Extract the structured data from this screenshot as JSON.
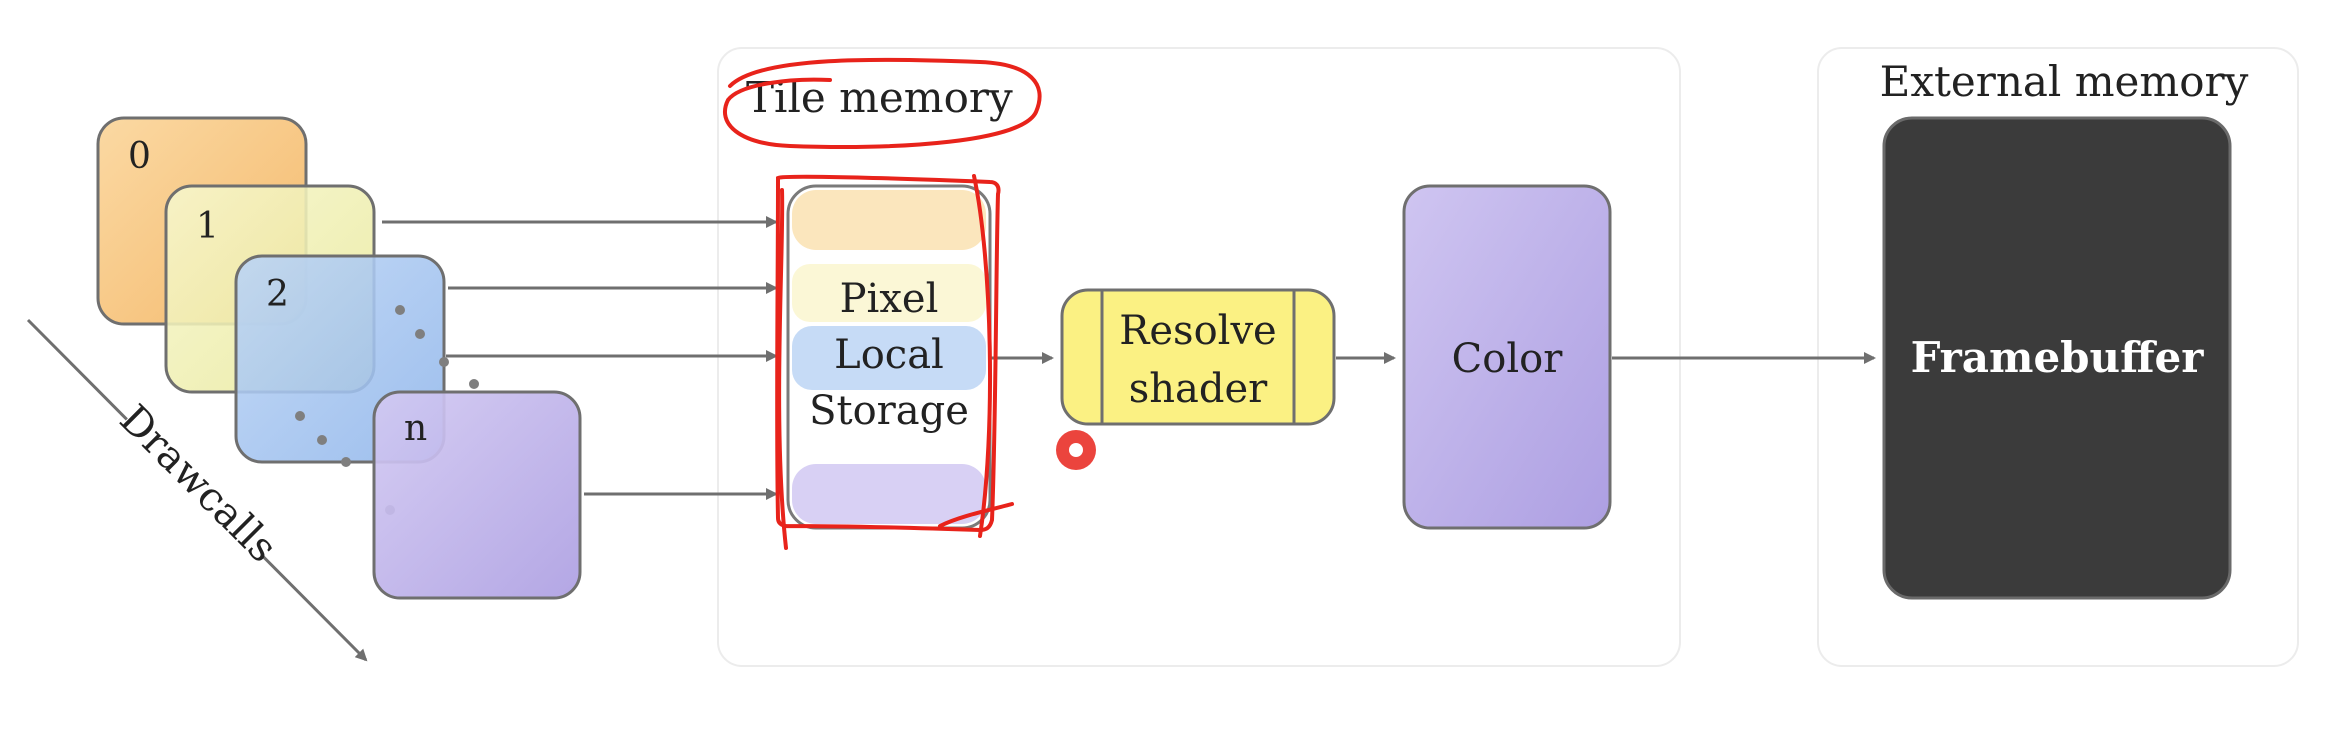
{
  "slide": {
    "drawcalls_label": "Drawcalls",
    "cards": [
      "0",
      "1",
      "2",
      "n"
    ],
    "tile_memory_label": "Tile memory",
    "pls_lines": [
      "Pixel",
      "Local",
      "Storage"
    ],
    "resolve_lines": [
      "Resolve",
      "shader"
    ],
    "color_label": "Color",
    "external_memory_label": "External memory",
    "framebuffer_label": "Framebuffer"
  },
  "colors": {
    "card_0": "#f8c98a",
    "card_1": "#f0f0b4",
    "card_2": "#a9c6f0",
    "card_n": "#c4b8ec",
    "card_border": "#6f6f6f",
    "arrow": "#6f6f6f",
    "panel_border": "#ececec",
    "resolve_fill": "#fbf183",
    "color_box_fill": "#c4b8ec",
    "framebuffer_fill": "#3b3b3b",
    "annotation_red": "#e8231b"
  }
}
